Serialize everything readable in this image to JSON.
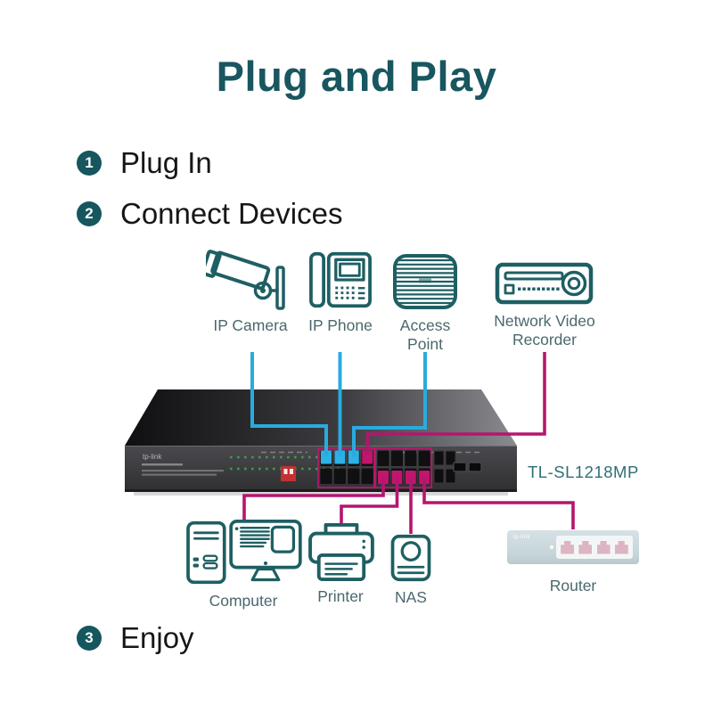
{
  "title": "Plug and Play",
  "steps": [
    {
      "num": "1",
      "label": "Plug In"
    },
    {
      "num": "2",
      "label": "Connect Devices"
    },
    {
      "num": "3",
      "label": "Enjoy"
    }
  ],
  "top_devices": [
    {
      "label": "IP Camera",
      "icon": "ip-camera-icon"
    },
    {
      "label": "IP Phone",
      "icon": "ip-phone-icon"
    },
    {
      "label": "Access Point",
      "icon": "access-point-icon"
    },
    {
      "label": "Network Video Recorder",
      "icon": "nvr-icon"
    }
  ],
  "bottom_devices": [
    {
      "label": "Computer",
      "icon": "computer-icon"
    },
    {
      "label": "Printer",
      "icon": "printer-icon"
    },
    {
      "label": "NAS",
      "icon": "nas-icon"
    },
    {
      "label": "Router",
      "icon": "router-image",
      "brand": "tp-link"
    }
  ],
  "switch": {
    "model": "TL-SL1218MP",
    "brand": "tp-link"
  },
  "colors": {
    "title_teal": "#185660",
    "badge_teal": "#15565f",
    "icon_stroke": "#1e5f63",
    "device_label": "#4a686e",
    "uplink_line_blue": "#29abdf",
    "downlink_line_magenta": "#b5156f",
    "poe_port_highlight": "#c2156d",
    "led_green": "#3f9b4b",
    "dip_switch_red": "#c53030"
  }
}
